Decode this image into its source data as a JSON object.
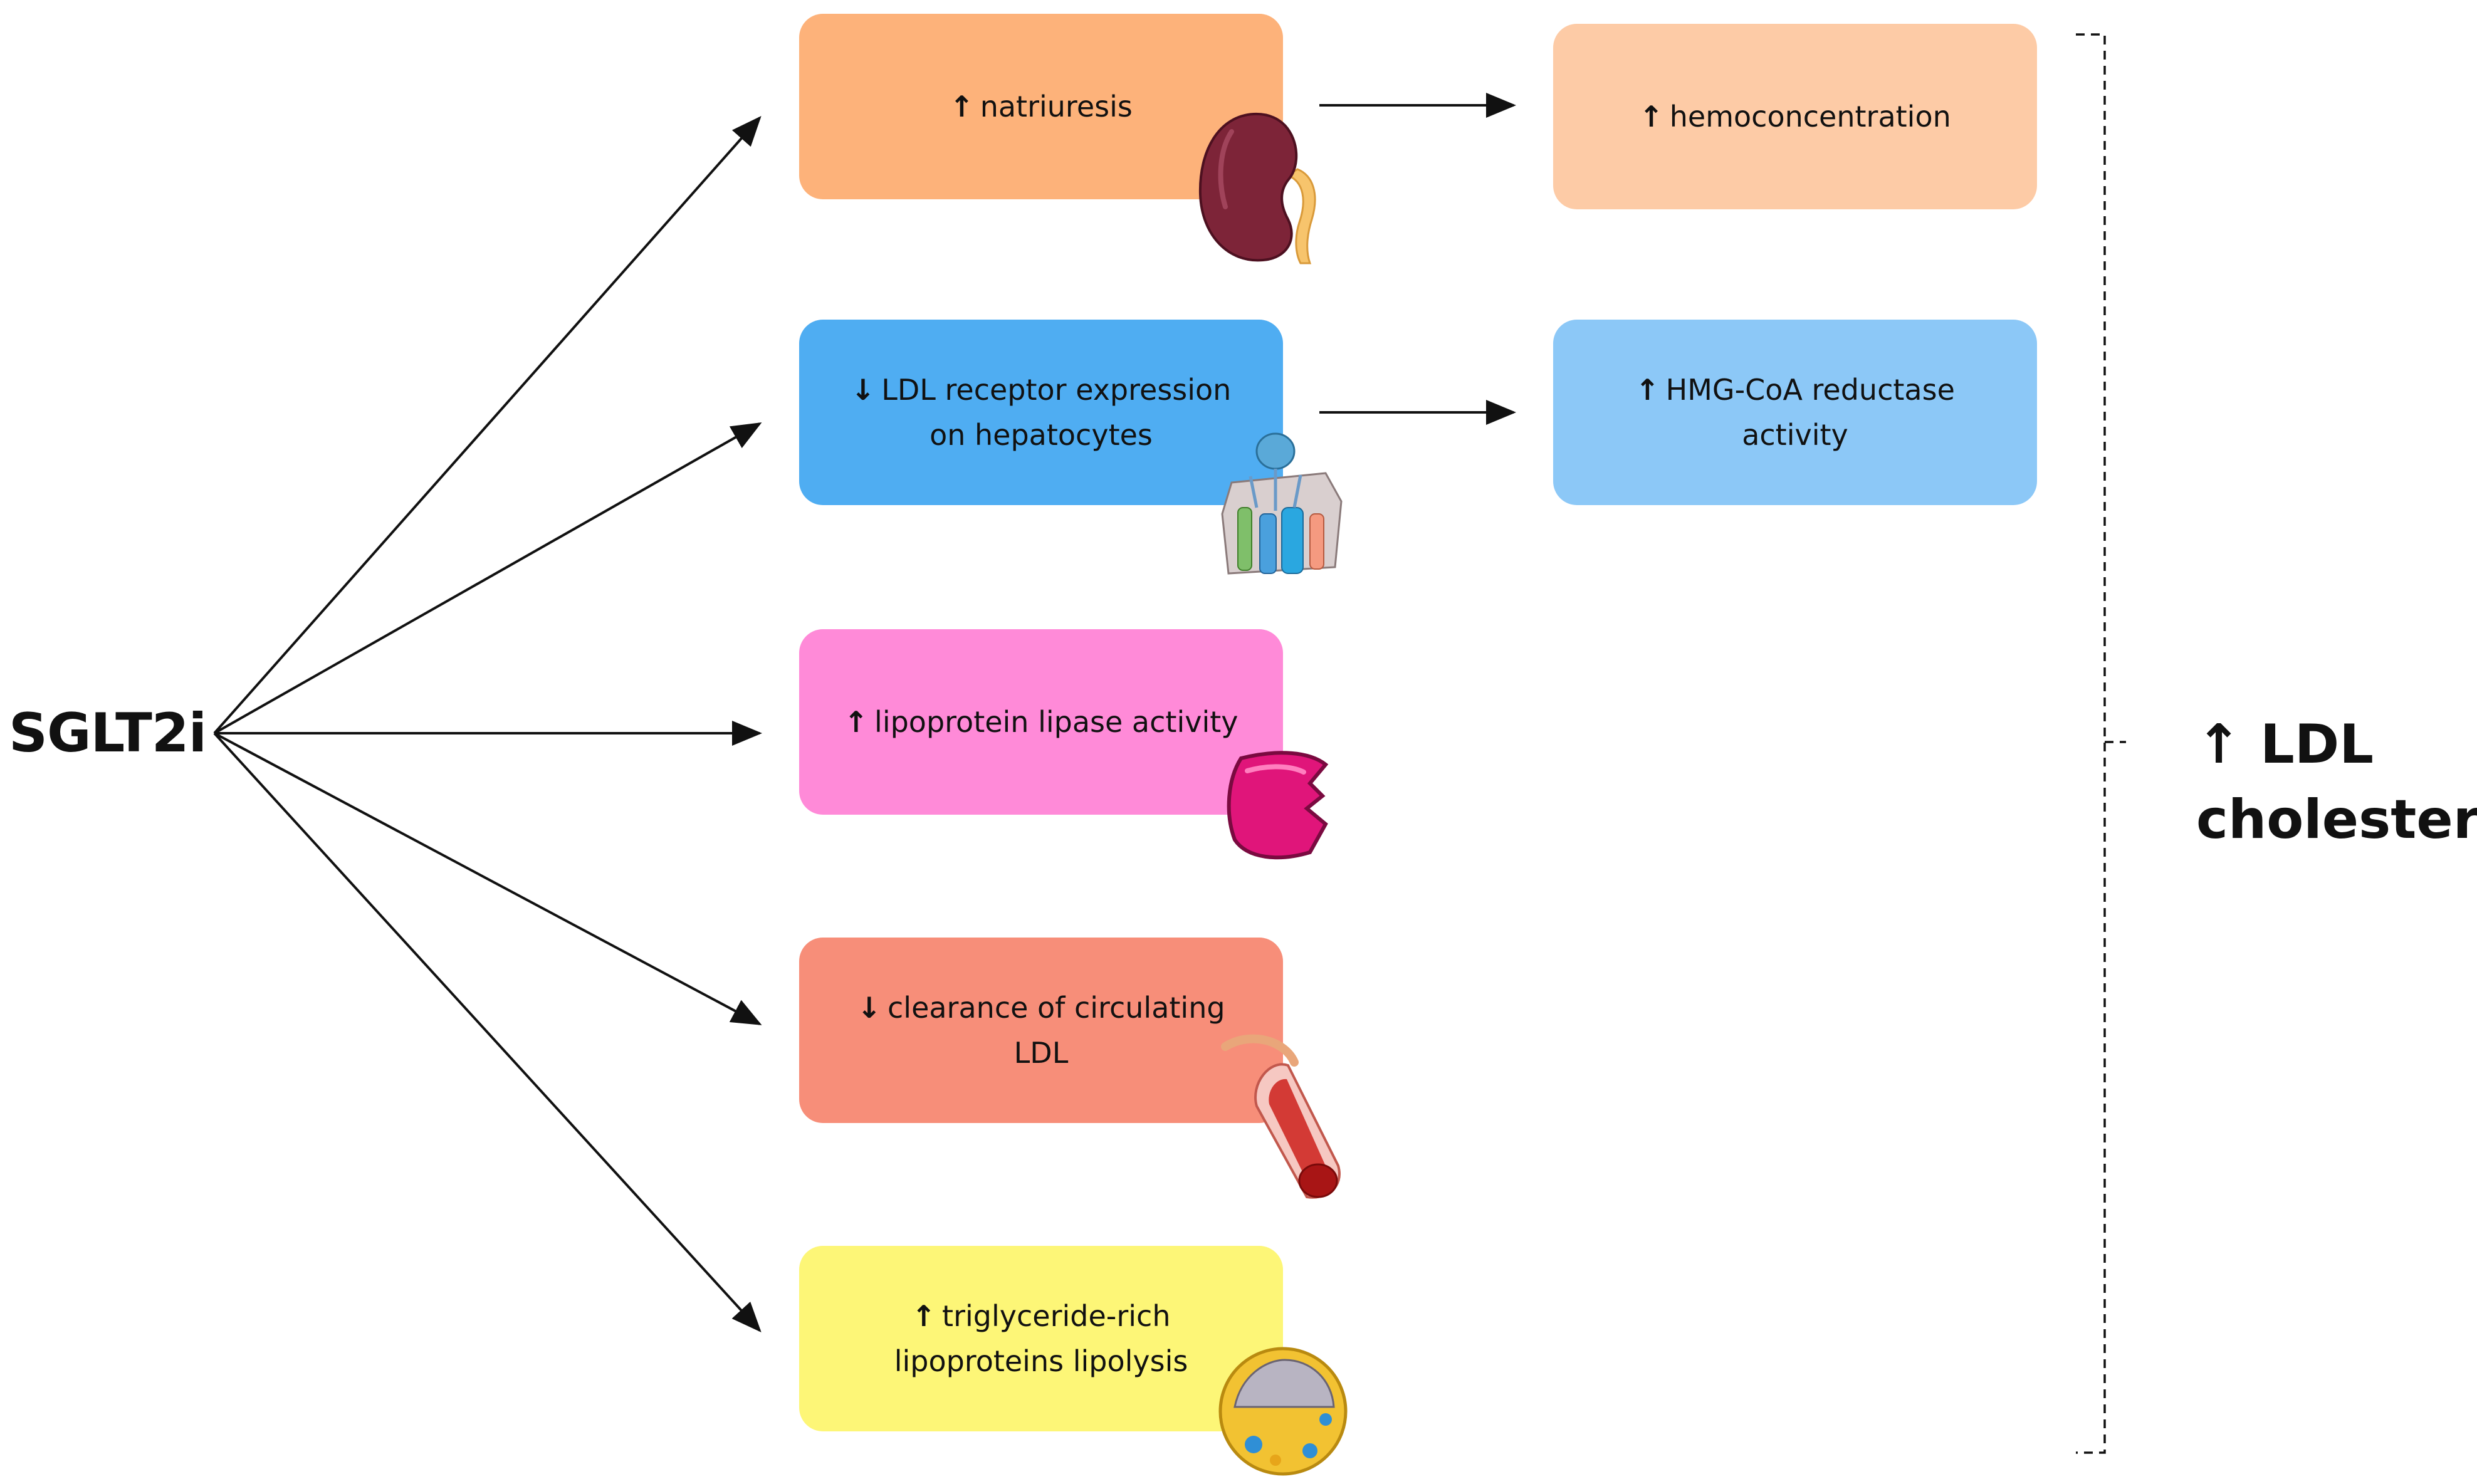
{
  "source": {
    "label": "SGLT2i"
  },
  "mechanisms": [
    {
      "arrow": "↑",
      "text": "natriuresis",
      "color": "#fdb27a",
      "icon": "kidney-icon"
    },
    {
      "arrow": "↓",
      "text": "LDL receptor expression\non hepatocytes",
      "color": "#4fadf2",
      "icon": "liver-lobule-icon"
    },
    {
      "arrow": "↑",
      "text": "lipoprotein lipase activity",
      "color": "#ff8ad8",
      "icon": "enzyme-icon"
    },
    {
      "arrow": "↓",
      "text": "clearance of circulating\nLDL",
      "color": "#f78e79",
      "icon": "blood-vessel-icon"
    },
    {
      "arrow": "↑",
      "text": "triglyceride-rich\nlipoproteins lipolysis",
      "color": "#fdf677",
      "icon": "lipoprotein-particle-icon"
    }
  ],
  "effects": [
    {
      "arrow": "↑",
      "text": "hemoconcentration",
      "color": "#fdcba6"
    },
    {
      "arrow": "↑",
      "text": "HMG-CoA reductase\nactivity",
      "color": "#8cc8f7"
    }
  ],
  "outcome": {
    "arrow": "↑",
    "line1": "LDL",
    "line2": "cholesterol"
  }
}
